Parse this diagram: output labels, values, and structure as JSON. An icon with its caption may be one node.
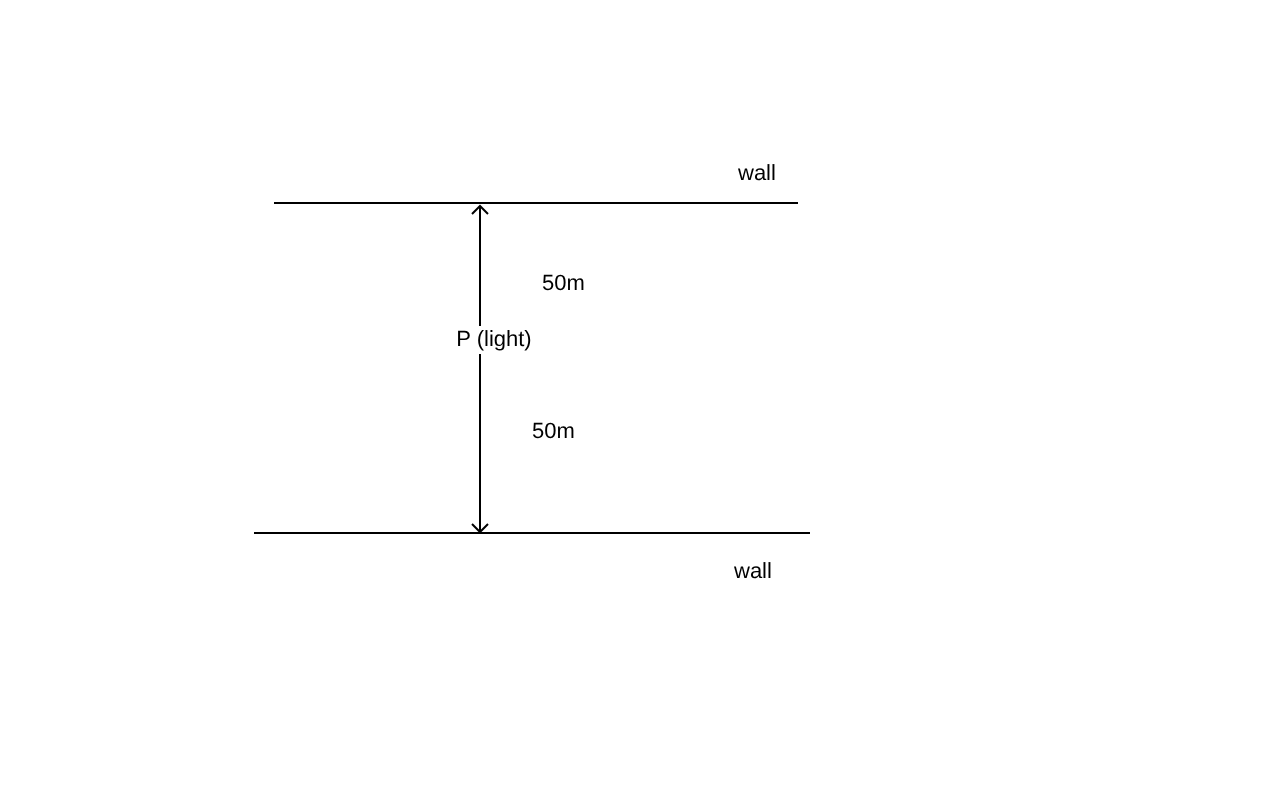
{
  "diagram": {
    "nodes": [
      {
        "text": [],
        "shape": "bar",
        "beside": [
          "wall"
        ]
      },
      {
        "text": [
          "P (light)"
        ]
      },
      {
        "text": [],
        "shape": "bar",
        "beside": [
          "wall"
        ]
      }
    ],
    "edges": [
      {
        "from": 1,
        "to": 0,
        "arrow": "to",
        "label": "50m"
      },
      {
        "from": 1,
        "to": 2,
        "arrow": "to",
        "label": "50m"
      }
    ]
  }
}
